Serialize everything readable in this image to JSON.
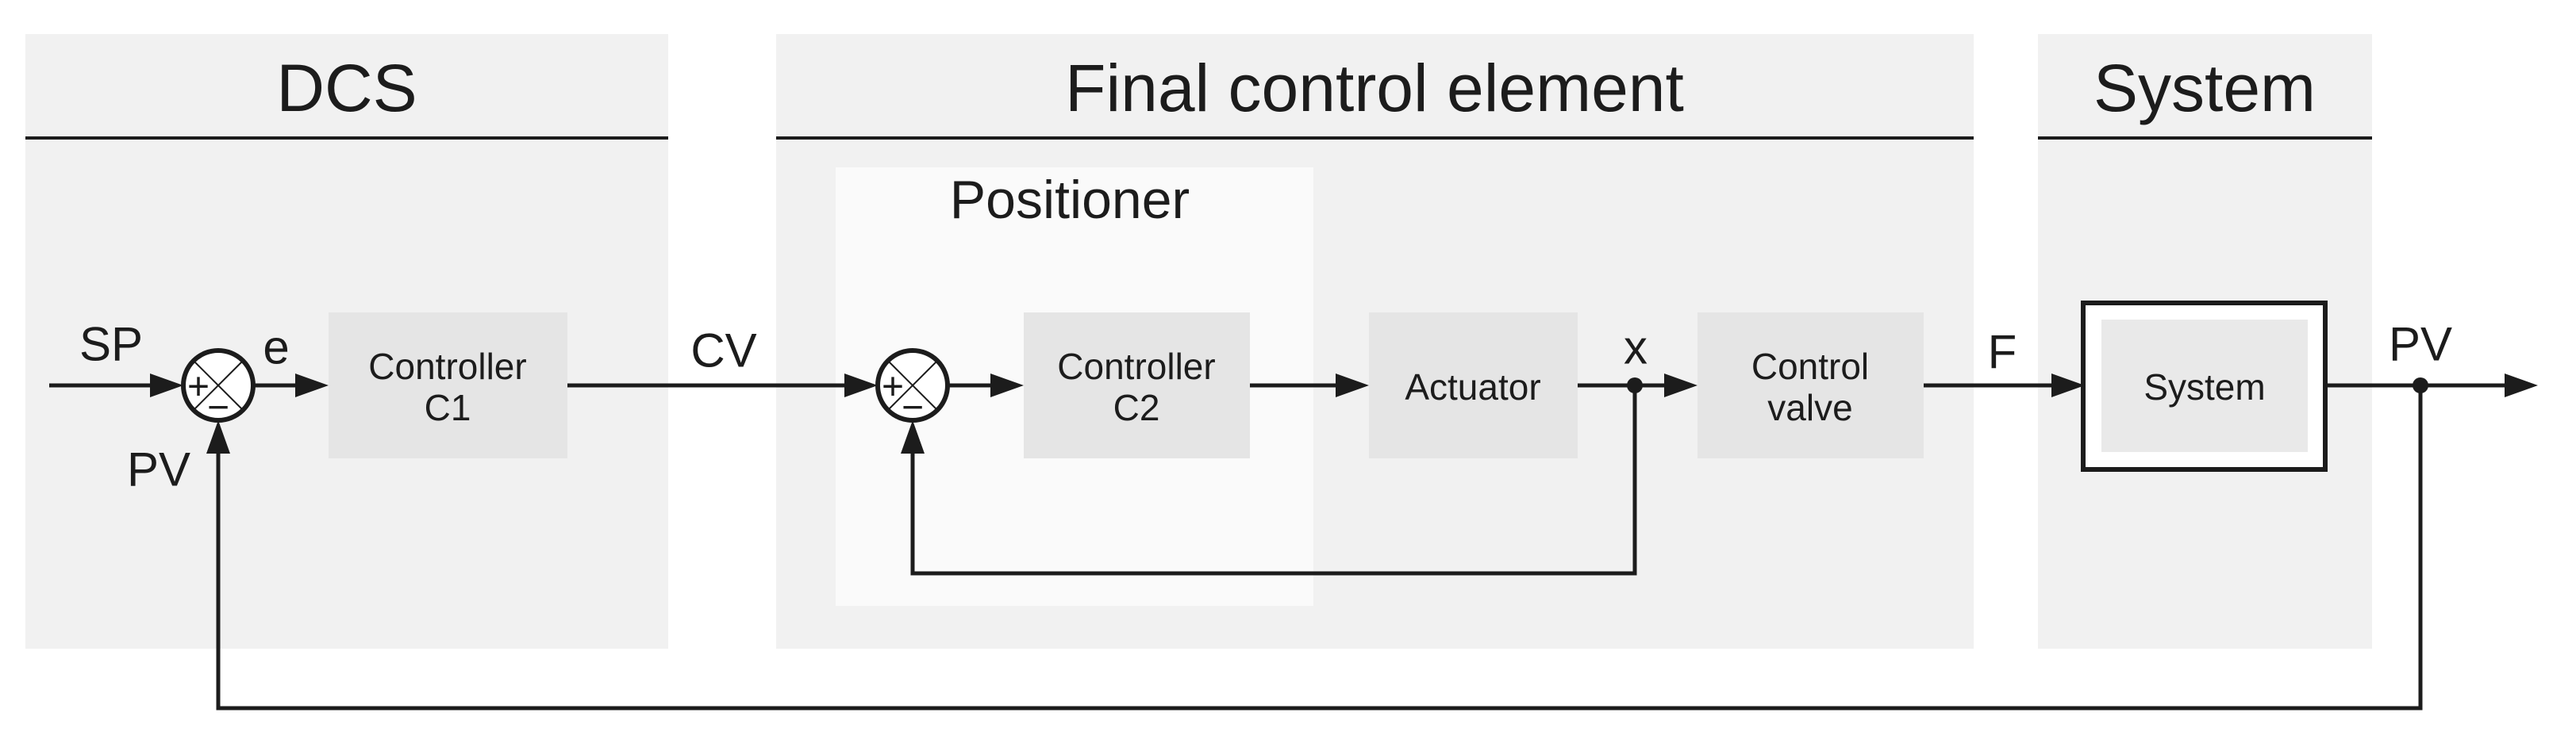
{
  "sections": {
    "dcs": {
      "title": "DCS"
    },
    "final_control_element": {
      "title": "Final control element"
    },
    "system": {
      "title": "System"
    },
    "positioner": {
      "title": "Positioner"
    }
  },
  "blocks": {
    "controller_c1": {
      "line1": "Controller",
      "line2": "C1"
    },
    "controller_c2": {
      "line1": "Controller",
      "line2": "C2"
    },
    "actuator": {
      "label": "Actuator"
    },
    "control_valve": {
      "line1": "Control",
      "line2": "valve"
    },
    "system": {
      "label": "System"
    }
  },
  "signals": {
    "setpoint": "SP",
    "error": "e",
    "pv_feedback": "PV",
    "controller_output": "CV",
    "valve_position": "x",
    "flow": "F",
    "process_value": "PV"
  },
  "junctions": {
    "plus": "+",
    "minus": "−"
  },
  "colors": {
    "background": "#ffffff",
    "panel": "#f1f1f1",
    "positioner_panel": "#fafafa",
    "block": "#e5e5e5",
    "system_inner": "#e9e9e9",
    "line": "#1c1c1c"
  }
}
